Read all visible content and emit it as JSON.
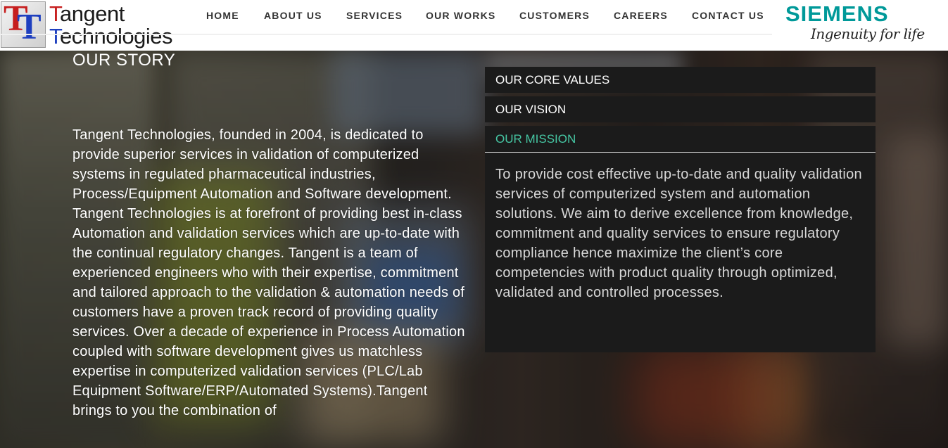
{
  "brand": {
    "logo_mark_1": "T",
    "logo_mark_2": "T",
    "line1_cap": "T",
    "line1_rest": "angent",
    "line2_cap": "T",
    "line2_rest": "echnologies"
  },
  "nav": {
    "items": [
      "HOME",
      "ABOUT US",
      "SERVICES",
      "OUR WORKS",
      "CUSTOMERS",
      "CAREERS",
      "CONTACT US"
    ]
  },
  "partner": {
    "name": "SIEMENS",
    "tagline": "Ingenuity for life",
    "color": "#009999"
  },
  "story": {
    "title": "OUR STORY",
    "text": "Tangent Technologies, founded in 2004, is dedicated to provide superior services in validation of computerized systems in regulated pharmaceutical industries, Process/Equipment Automation and Software development. Tangent Technologies is at forefront of providing best in-class Automation and validation services which are up-to-date with the continual regulatory changes. Tangent is a team of experienced engineers who with their expertise, commitment and tailored approach to the validation & automation needs of customers have a proven track record of providing quality services. Over a decade of experience in Process Automation coupled with software development gives us matchless expertise in computerized validation services (PLC/Lab Equipment Software/ERP/Automated Systems).Tangent brings to you the combination of"
  },
  "accordion": {
    "tabs": [
      {
        "label": "OUR CORE VALUES",
        "active": false
      },
      {
        "label": "OUR VISION",
        "active": false
      },
      {
        "label": "OUR MISSION",
        "active": true
      }
    ],
    "active_color": "#46c7a4",
    "content": "To provide cost effective up-to-date and quality validation services of computerized system and automation solutions. We aim to derive excellence from knowledge, commitment and quality services to ensure regulatory compliance hence maximize the client’s core competencies with product quality through optimized, validated and controlled processes."
  }
}
